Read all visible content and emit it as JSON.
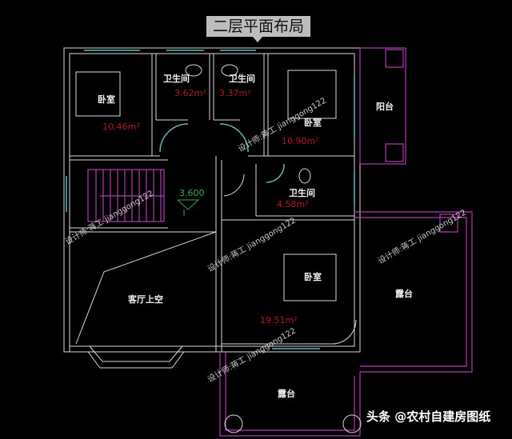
{
  "title": "二层平面布局",
  "rooms": {
    "bedroom_nw": {
      "label": "卧室",
      "area": "10.46m²"
    },
    "bath_1": {
      "label": "卫生间",
      "area": "3.62m²"
    },
    "bath_2": {
      "label": "卫生间",
      "area": "3.37m²"
    },
    "bedroom_ne": {
      "label": "卧室",
      "area": "10.90m²"
    },
    "balcony": {
      "label": "阳台"
    },
    "bath_3": {
      "label": "卫生间",
      "area": "4.58m²"
    },
    "bedroom_se": {
      "label": "卧室",
      "area": "19.51m²"
    },
    "living_void": {
      "label": "客厅上空"
    },
    "terrace_east": {
      "label": "露台"
    },
    "terrace_south": {
      "label": "露台"
    }
  },
  "level_mark": "3.600",
  "watermark": "设计师:蒋工 jianggong122",
  "credit": "头条 @农村自建房图纸",
  "colors": {
    "background": "#000000",
    "walls": "#d8d8d8",
    "terrace_lines": "#b040b0",
    "windows": "#5fb8b8",
    "area_text": "#b01c1c",
    "level_text": "#3aa84a"
  }
}
